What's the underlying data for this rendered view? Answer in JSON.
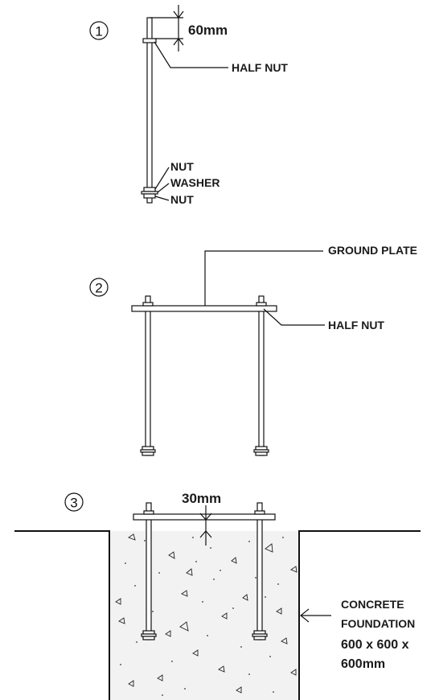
{
  "steps": [
    {
      "number": "1"
    },
    {
      "number": "2"
    },
    {
      "number": "3"
    }
  ],
  "step1": {
    "dimension": "60mm",
    "half_nut": "HALF NUT",
    "nut_top": "NUT",
    "washer": "WASHER",
    "nut_bottom": "NUT"
  },
  "step2": {
    "ground_plate": "GROUND PLATE",
    "half_nut": "HALF NUT"
  },
  "step3": {
    "dimension": "30mm",
    "foundation_line1": "CONCRETE",
    "foundation_line2": "FOUNDATION",
    "size_line1": "600 x 600 x",
    "size_line2": "600mm"
  }
}
